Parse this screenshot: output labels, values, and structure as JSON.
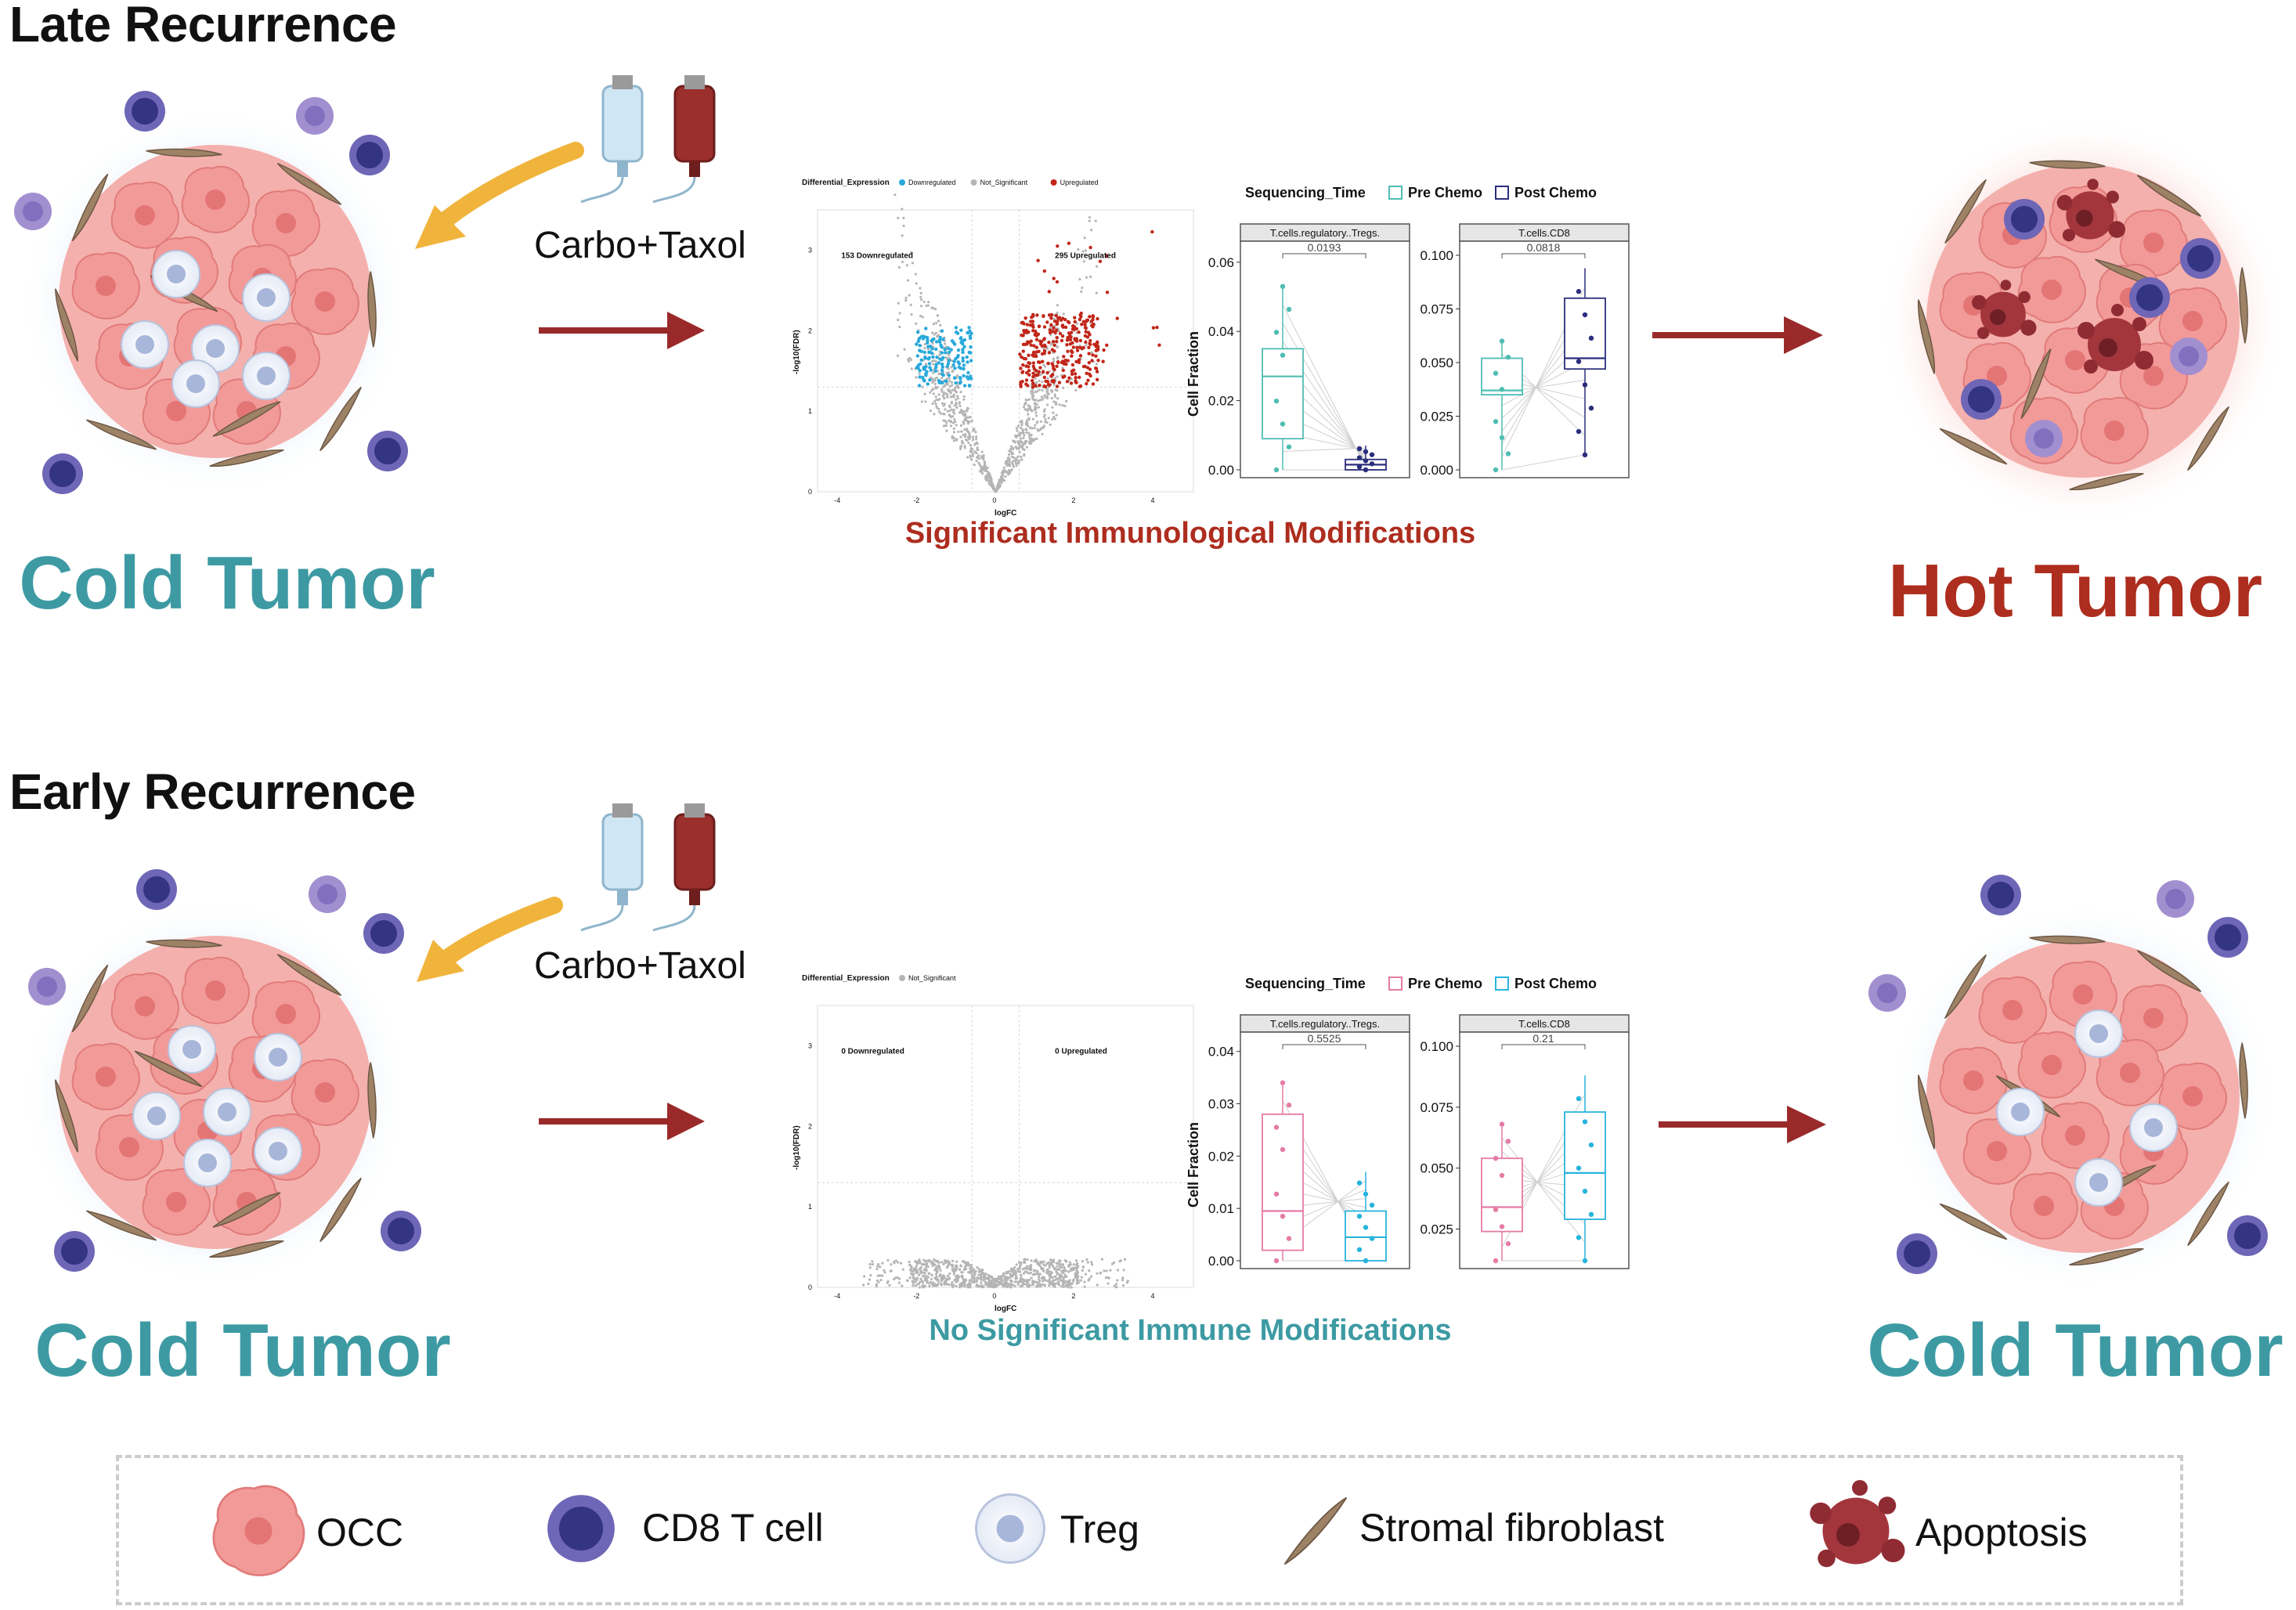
{
  "sections": {
    "late": {
      "title": "Late Recurrence",
      "drug": "Carbo+Taxol",
      "before_label": "Cold Tumor",
      "after_label": "Hot Tumor",
      "caption": "Significant Immunological Modifications",
      "volcano": {
        "legend_title": "Differential_Expression",
        "legend_items": [
          "Downregulated",
          "Not_Significant",
          "Upregulated"
        ],
        "down_text": "153 Downregulated",
        "up_text": "295 Upregulated",
        "xlabel": "logFC",
        "ylabel": "-log10(FDR)",
        "x_ticks": [
          "-4",
          "-2",
          "0",
          "2",
          "4"
        ],
        "y_ticks": [
          "0",
          "1",
          "2",
          "3"
        ]
      },
      "boxplot": {
        "legend_title": "Sequencing_Time",
        "legend_items": [
          "Pre Chemo",
          "Post Chemo"
        ],
        "ylabel": "Cell Fraction",
        "panels": [
          {
            "title": "T.cells.regulatory..Tregs.",
            "pvalue": "0.0193",
            "y_ticks": [
              "0.00",
              "0.02",
              "0.04",
              "0.06"
            ],
            "pre": {
              "min": 0.0,
              "q1": 0.009,
              "median": 0.027,
              "q3": 0.035,
              "max": 0.053
            },
            "post": {
              "min": 0.0,
              "q1": 0.0,
              "median": 0.0015,
              "q3": 0.003,
              "max": 0.007
            }
          },
          {
            "title": "T.cells.CD8",
            "pvalue": "0.0818",
            "y_ticks": [
              "0.000",
              "0.025",
              "0.050",
              "0.075",
              "0.100"
            ],
            "pre": {
              "min": 0.0,
              "q1": 0.035,
              "median": 0.037,
              "q3": 0.052,
              "max": 0.06
            },
            "post": {
              "min": 0.007,
              "q1": 0.047,
              "median": 0.052,
              "q3": 0.08,
              "max": 0.094
            }
          }
        ]
      }
    },
    "early": {
      "title": "Early Recurrence",
      "drug": "Carbo+Taxol",
      "before_label": "Cold Tumor",
      "after_label": "Cold Tumor",
      "caption": "No Significant Immune Modifications",
      "volcano": {
        "legend_title": "Differential_Expression",
        "legend_items": [
          "Not_Significant"
        ],
        "down_text": "0 Downregulated",
        "up_text": "0 Upregulated",
        "xlabel": "logFC",
        "ylabel": "-log10(FDR)",
        "x_ticks": [
          "-4",
          "-2",
          "0",
          "2",
          "4"
        ],
        "y_ticks": [
          "0",
          "1",
          "2",
          "3"
        ]
      },
      "boxplot": {
        "legend_title": "Sequencing_Time",
        "legend_items": [
          "Pre Chemo",
          "Post Chemo"
        ],
        "ylabel": "Cell Fraction",
        "panels": [
          {
            "title": "T.cells.regulatory..Tregs.",
            "pvalue": "0.5525",
            "y_ticks": [
              "0.00",
              "0.01",
              "0.02",
              "0.03",
              "0.04"
            ],
            "pre": {
              "min": 0.0,
              "q1": 0.002,
              "median": 0.0095,
              "q3": 0.028,
              "max": 0.034
            },
            "post": {
              "min": 0.0,
              "q1": 0.0,
              "median": 0.0045,
              "q3": 0.0095,
              "max": 0.017
            }
          },
          {
            "title": "T.cells.CD8",
            "pvalue": "0.21",
            "y_ticks": [
              "0.025",
              "0.050",
              "0.075",
              "0.100"
            ],
            "pre": {
              "min": 0.012,
              "q1": 0.024,
              "median": 0.034,
              "q3": 0.054,
              "max": 0.068
            },
            "post": {
              "min": 0.012,
              "q1": 0.029,
              "median": 0.048,
              "q3": 0.073,
              "max": 0.088
            }
          }
        ]
      }
    }
  },
  "legend": {
    "items": [
      {
        "label": "OCC",
        "icon": "occ-cell-icon"
      },
      {
        "label": "CD8 T cell",
        "icon": "cd8-t-cell-icon"
      },
      {
        "label": "Treg",
        "icon": "treg-cell-icon"
      },
      {
        "label": "Stromal fibroblast",
        "icon": "fibroblast-icon"
      },
      {
        "label": "Apoptosis",
        "icon": "apoptosis-icon"
      }
    ]
  },
  "colors": {
    "cold": "#3d9aa3",
    "hot": "#ad2d1e",
    "arrow_red": "#9a2a2a",
    "arrow_yellow": "#f0b43c",
    "down": "#29a9db",
    "up": "#c1271a",
    "not_sig": "#b5b5b5",
    "pre_late": "#4fbdb3",
    "post_late": "#2b2e7c",
    "pre_early": "#e67ba6",
    "post_early": "#27b4dd"
  }
}
